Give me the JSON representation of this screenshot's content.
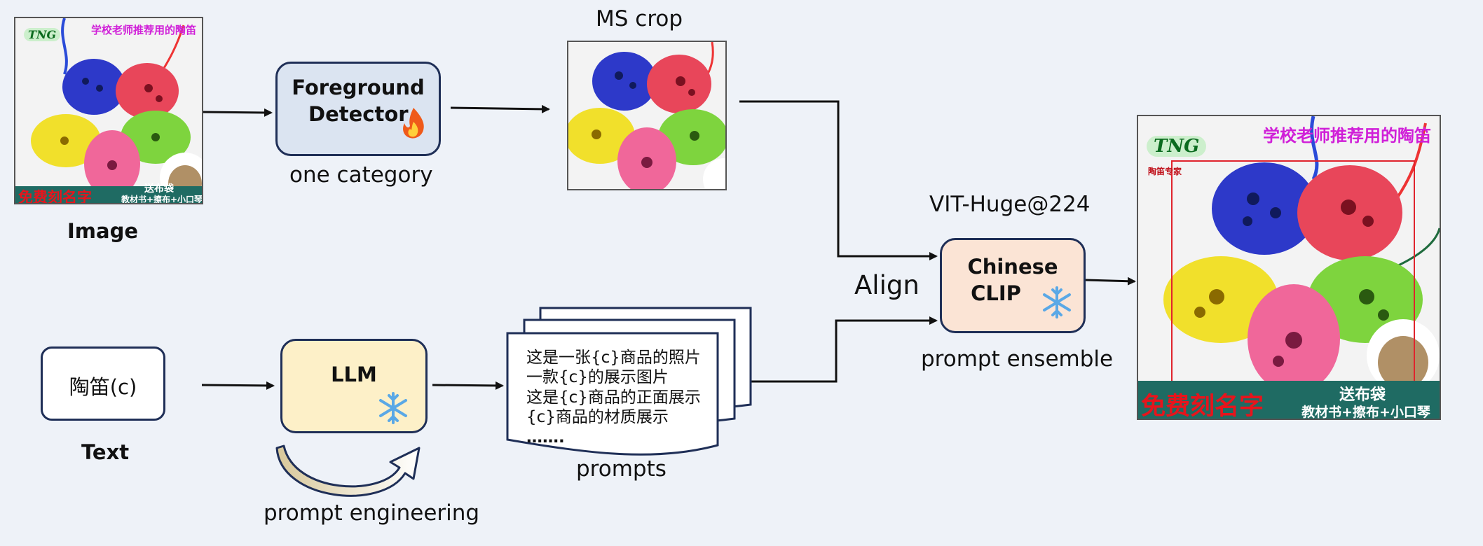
{
  "labels": {
    "image": "Image",
    "text": "Text",
    "ms_crop": "MS crop",
    "one_category": "one category",
    "vit": "VIT-Huge@224",
    "align": "Align",
    "prompt_ensemble": "prompt ensemble",
    "prompts": "prompts",
    "prompt_engineering": "prompt engineering"
  },
  "boxes": {
    "foreground_line1": "Foreground",
    "foreground_line2": "Detector",
    "clip_line1": "Chinese",
    "clip_line2": "CLIP",
    "llm": "LLM",
    "text_input": "陶笛(c)"
  },
  "prompt_lines": [
    "这是一张{c}商品的照片",
    "一款{c}的展示图片",
    "这是{c}商品的正面展示",
    "{c}商品的材质展示",
    "……."
  ],
  "product_image": {
    "banner_top": "学校老师推荐用的陶笛",
    "banner_red": "免费刻名字",
    "banner_white_1": "送布袋",
    "banner_white_2": "教材书+擦布+小口琴",
    "logo": "TNG",
    "logo_sub": "陶笛专家"
  },
  "icons": {
    "fire": "fire-icon",
    "snowflake": "snowflake-icon"
  },
  "colors": {
    "box_border": "#1f2f57",
    "foreground_fill": "#dbe4f1",
    "clip_fill": "#fbe4d5",
    "llm_fill": "#fdf0c8",
    "crop_box": "#e0242d"
  }
}
